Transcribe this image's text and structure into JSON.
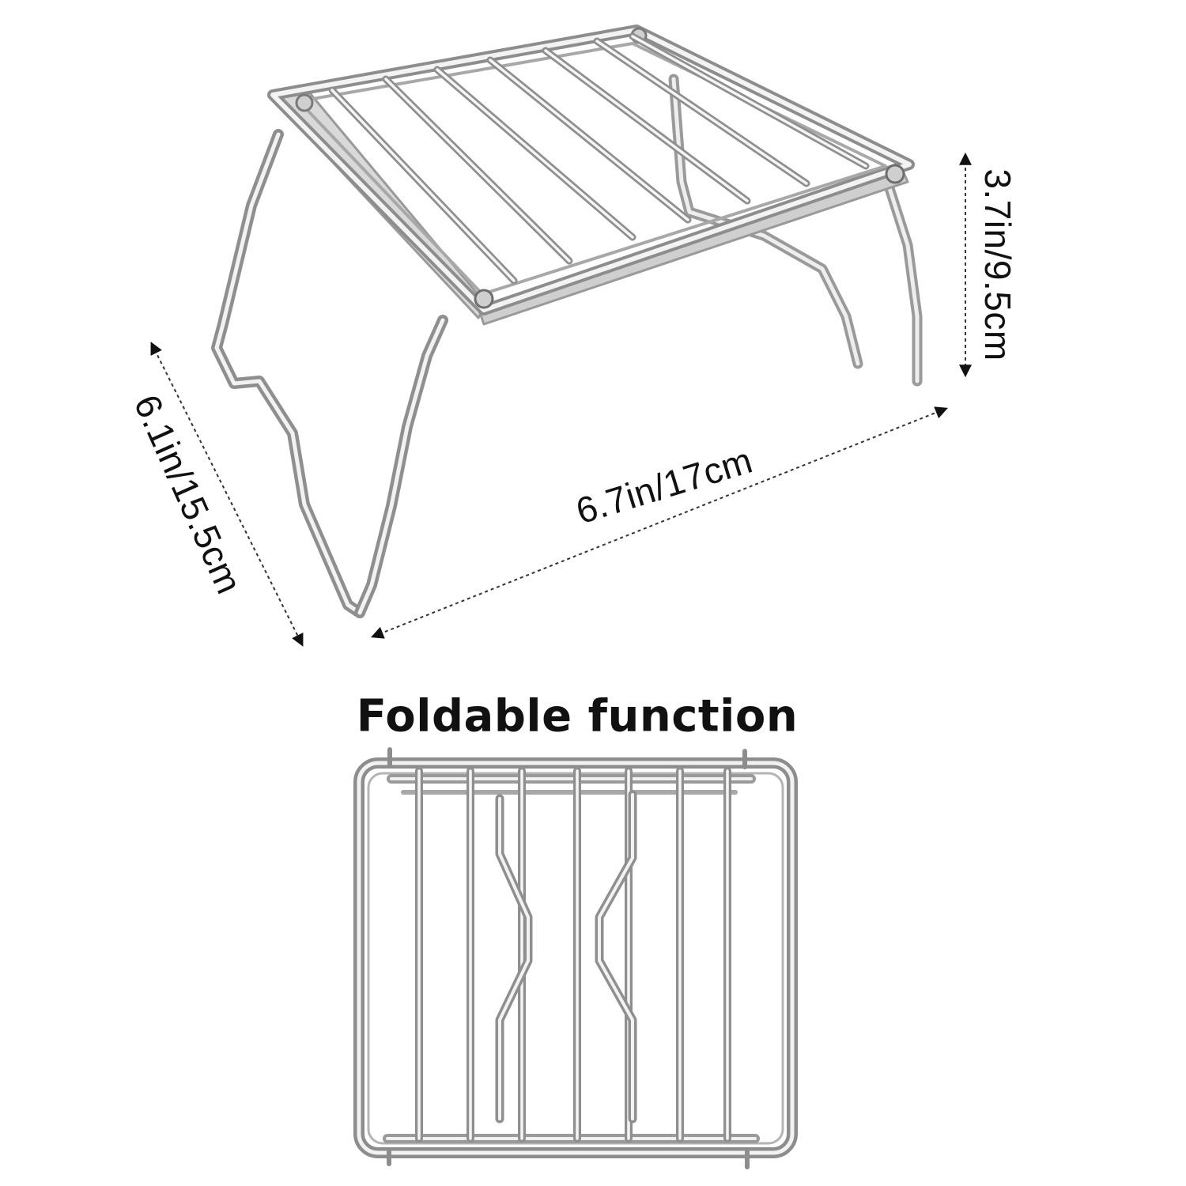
{
  "dimensions": {
    "width": "6.7in/17cm",
    "depth": "6.1in/15.5cm",
    "height": "3.7in/9.5cm"
  },
  "section_title": "Foldable function",
  "colors": {
    "background": "#ffffff",
    "metal_light": "#f2f2f2",
    "metal_mid": "#bdbdbd",
    "metal_dark": "#8a8a8a",
    "text": "#111111",
    "dim_line": "#333333"
  }
}
